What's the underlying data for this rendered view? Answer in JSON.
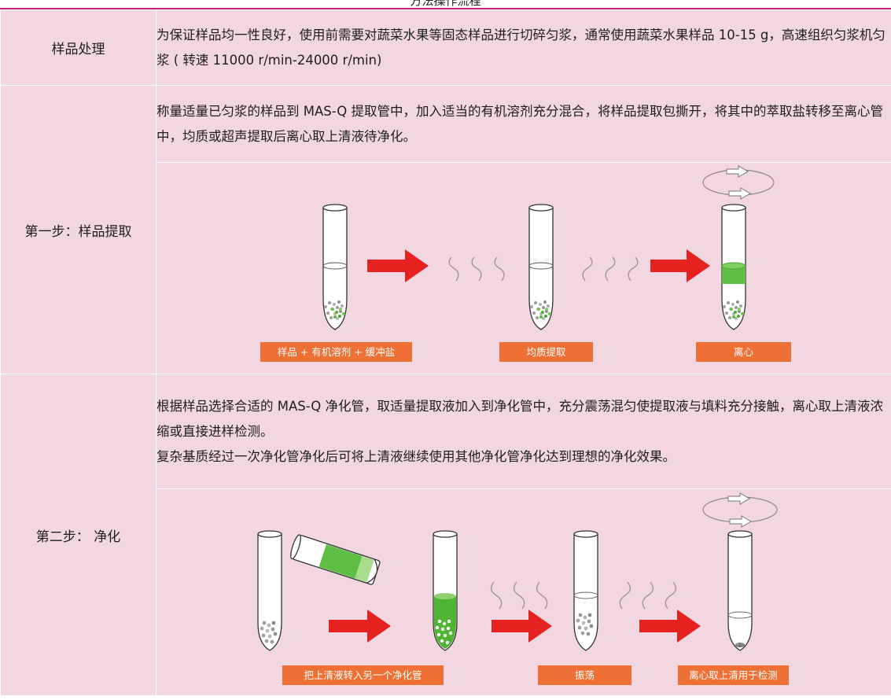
{
  "title": "方法操作流程",
  "colors": {
    "row_bg": "#f2d7e0",
    "accent_rule": "#c4207a",
    "arrow": "#e5221f",
    "tag_bg": "#ee7034",
    "liquid_green": "#5fbf45"
  },
  "rows": [
    {
      "label": "样品处理",
      "text": "为保证样品均一性良好，使用前需要对蔬菜水果等固态样品进行切碎匀浆，通常使用蔬菜水果样品 10-15 g，高速组织匀浆机匀浆 ( 转速 11000 r/min-24000 r/min)"
    },
    {
      "label": "第一步：样品提取",
      "text": "称量适量已匀浆的样品到 MAS-Q 提取管中，加入适当的有机溶剂充分混合，将样品提取包撕开，将其中的萃取盐转移至离心管中，均质或超声提取后离心取上清液待净化。",
      "tags": [
        "样品 + 有机溶剂 + 缓冲盐",
        "均质提取",
        "离心"
      ]
    },
    {
      "label": "第二步： 净化",
      "text": "根据样品选择合适的 MAS-Q 净化管，取适量提取液加入到净化管中，充分震荡混匀使提取液与填料充分接触，离心取上清液浓缩或直接进样检测。\n复杂基质经过一次净化管净化后可将上清液继续使用其他净化管净化达到理想的净化效果。",
      "tags": [
        "把上清液转入另一个净化管",
        "振荡",
        "离心取上清用于检测"
      ]
    }
  ],
  "icons": [
    "tube-icon",
    "arrow-right-icon",
    "wave-icon",
    "rotation-icon",
    "tilted-tube-icon"
  ]
}
